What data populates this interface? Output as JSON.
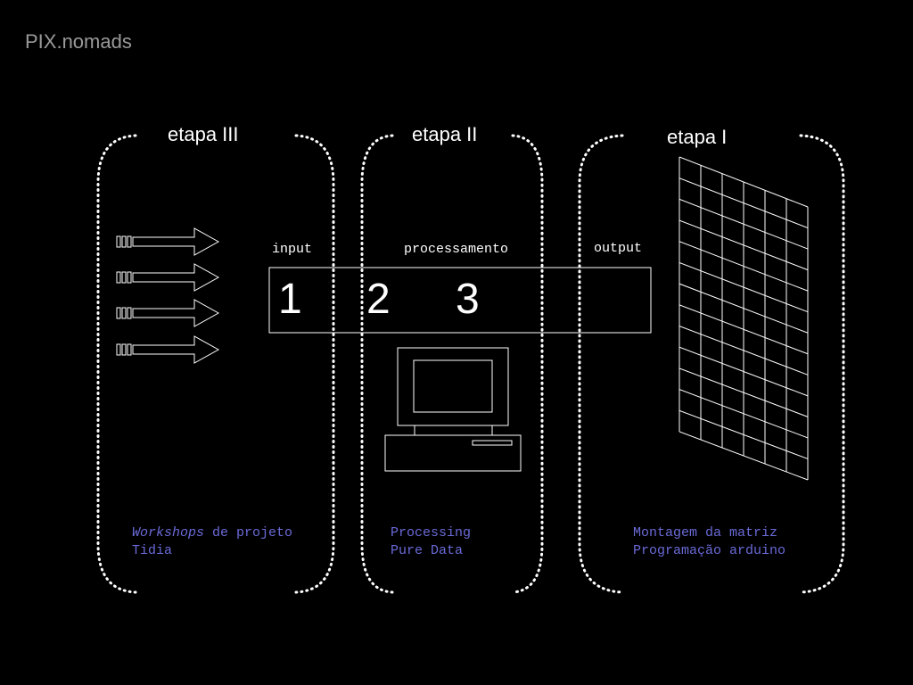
{
  "title": "PIX.nomads",
  "stages": [
    {
      "label": "etapa III",
      "lines": [
        "de projeto",
        "Tidia"
      ],
      "italic_prefix": "Workshops"
    },
    {
      "label": "etapa II",
      "lines": [
        "Processing",
        "Pure Data"
      ]
    },
    {
      "label": "etapa I",
      "lines": [
        "Montagem da matriz",
        "Programação arduino"
      ]
    }
  ],
  "flow": {
    "labels": {
      "input": "input",
      "processing": "processamento",
      "output": "output"
    },
    "numbers": [
      "1",
      "2",
      "3"
    ]
  },
  "colors": {
    "background": "#000000",
    "line": "#ffffff",
    "caption": "#6a6ad8",
    "title": "#9a9a9a"
  },
  "icons": [
    "arrow-icon",
    "computer-icon",
    "led-matrix-grid"
  ]
}
